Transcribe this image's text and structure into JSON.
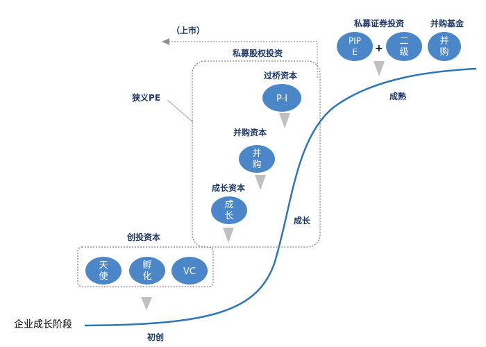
{
  "axis_label": "企业成长阶段",
  "stages": {
    "early": "初创",
    "growth": "成长",
    "mature": "成熟"
  },
  "ipo_label": "（上市）",
  "narrow_pe_label": "狭义PE",
  "private_equity_label": "私募股权投资",
  "venture": {
    "title": "创投资本",
    "items": [
      {
        "line1": "天",
        "line2": "使"
      },
      {
        "line1": "孵",
        "line2": "化"
      },
      {
        "line1": "VC",
        "line2": ""
      }
    ]
  },
  "growth_capital": {
    "title": "成长资本",
    "line1": "成",
    "line2": "长"
  },
  "mna_capital": {
    "title": "并购资本",
    "line1": "并",
    "line2": "购"
  },
  "bridge_capital": {
    "title": "过桥资本",
    "line1": "P-I",
    "line2": ""
  },
  "securities": {
    "title": "私募证券投资",
    "pipe": {
      "line1": "PIP",
      "line2": "E"
    },
    "plus": "+",
    "secondary": {
      "line1": "二",
      "line2": "级"
    }
  },
  "mna_fund": {
    "title": "并购基金",
    "line1": "并",
    "line2": "购"
  },
  "colors": {
    "circle": "#4a86c8",
    "curve": "#2e75b6",
    "text": "#1f3864",
    "dotted": "#808080",
    "arrow": "#c0c0c0"
  }
}
